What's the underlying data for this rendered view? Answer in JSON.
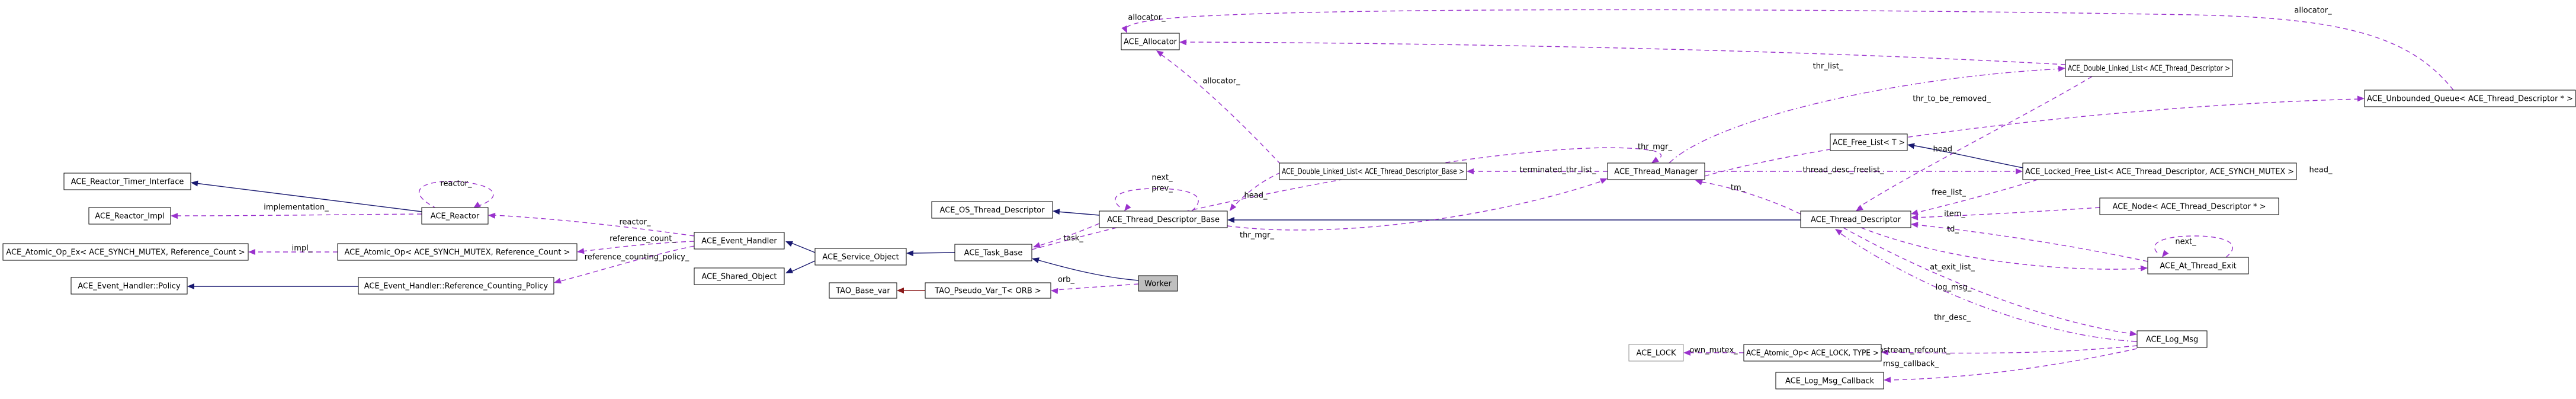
{
  "diagram": {
    "kind": "collaboration-graph",
    "focus_node": "Worker",
    "colors": {
      "usage_edge": "#9a32cd",
      "inheritance_edge": "#191970",
      "private_inheritance_edge": "#8b1a1a",
      "focus_fill": "#bfbfbf",
      "box_border": "#000000",
      "background": "#ffffff"
    },
    "nodes": [
      {
        "id": "timer",
        "label": "ACE_Reactor_Timer_Interface",
        "role": "class"
      },
      {
        "id": "reactor_impl",
        "label": "ACE_Reactor_Impl",
        "role": "class"
      },
      {
        "id": "atomic_op_ex",
        "label": "ACE_Atomic_Op_Ex< ACE_SYNCH_MUTEX, Reference_Count >",
        "role": "class"
      },
      {
        "id": "eh_policy",
        "label": "ACE_Event_Handler::Policy",
        "role": "class"
      },
      {
        "id": "reactor",
        "label": "ACE_Reactor",
        "role": "class"
      },
      {
        "id": "atomic_op",
        "label": "ACE_Atomic_Op< ACE_SYNCH_MUTEX, Reference_Count >",
        "role": "class"
      },
      {
        "id": "eh_ref_pol",
        "label": "ACE_Event_Handler::Reference_Counting_Policy",
        "role": "class"
      },
      {
        "id": "event_handler",
        "label": "ACE_Event_Handler",
        "role": "class"
      },
      {
        "id": "shared_object",
        "label": "ACE_Shared_Object",
        "role": "class"
      },
      {
        "id": "service_object",
        "label": "ACE_Service_Object",
        "role": "class"
      },
      {
        "id": "task_base",
        "label": "ACE_Task_Base",
        "role": "class"
      },
      {
        "id": "tao_base_var",
        "label": "TAO_Base_var",
        "role": "class"
      },
      {
        "id": "tao_pseudo",
        "label": "TAO_Pseudo_Var_T< ORB >",
        "role": "class"
      },
      {
        "id": "worker",
        "label": "Worker",
        "role": "focus"
      },
      {
        "id": "os_td",
        "label": "ACE_OS_Thread_Descriptor",
        "role": "class"
      },
      {
        "id": "tdb",
        "label": "ACE_Thread_Descriptor_Base",
        "role": "class"
      },
      {
        "id": "dll_tdb",
        "label": "ACE_Double_Linked_List< ACE_Thread_Descriptor_Base >",
        "role": "class"
      },
      {
        "id": "tm",
        "label": "ACE_Thread_Manager",
        "role": "class"
      },
      {
        "id": "alloc",
        "label": "ACE_Allocator",
        "role": "class"
      },
      {
        "id": "dll_td",
        "label": "ACE_Double_Linked_List< ACE_Thread_Descriptor >",
        "role": "class"
      },
      {
        "id": "uq",
        "label": "ACE_Unbounded_Queue< ACE_Thread_Descriptor * >",
        "role": "class"
      },
      {
        "id": "free_list",
        "label": "ACE_Free_List< T >",
        "role": "class"
      },
      {
        "id": "lfl",
        "label": "ACE_Locked_Free_List< ACE_Thread_Descriptor, ACE_SYNCH_MUTEX >",
        "role": "class"
      },
      {
        "id": "node",
        "label": "ACE_Node< ACE_Thread_Descriptor * >",
        "role": "class"
      },
      {
        "id": "td",
        "label": "ACE_Thread_Descriptor",
        "role": "class"
      },
      {
        "id": "ate",
        "label": "ACE_At_Thread_Exit",
        "role": "class"
      },
      {
        "id": "log_msg",
        "label": "ACE_Log_Msg",
        "role": "class"
      },
      {
        "id": "ace_lock",
        "label": "ACE_LOCK",
        "role": "template-param"
      },
      {
        "id": "aol",
        "label": "ACE_Atomic_Op< ACE_LOCK, TYPE >",
        "role": "class"
      },
      {
        "id": "lmc",
        "label": "ACE_Log_Msg_Callback",
        "role": "class"
      }
    ],
    "edge_labels": [
      {
        "id": "reactor_self",
        "text": "reactor_"
      },
      {
        "id": "implementation",
        "text": "implementation_"
      },
      {
        "id": "impl",
        "text": "impl_"
      },
      {
        "id": "reactor2",
        "text": "reactor_"
      },
      {
        "id": "reference_count",
        "text": "reference_count_"
      },
      {
        "id": "ref_counting_policy",
        "text": "reference_counting_policy_"
      },
      {
        "id": "next1",
        "text": "next_"
      },
      {
        "id": "prev1",
        "text": "prev_"
      },
      {
        "id": "task",
        "text": "task_"
      },
      {
        "id": "head1",
        "text": "head_"
      },
      {
        "id": "thr_mgr1",
        "text": "thr_mgr_"
      },
      {
        "id": "terminated",
        "text": "terminated_thr_list_"
      },
      {
        "id": "thr_mgr2",
        "text": "thr_mgr_"
      },
      {
        "id": "tm_lbl",
        "text": "tm_"
      },
      {
        "id": "thread_desc_freelist",
        "text": "thread_desc_freelist_"
      },
      {
        "id": "thr_list",
        "text": "thr_list_"
      },
      {
        "id": "thr_to_be_removed",
        "text": "thr_to_be_removed_"
      },
      {
        "id": "alloc1",
        "text": "allocator_"
      },
      {
        "id": "alloc2",
        "text": "allocator_"
      },
      {
        "id": "alloc3",
        "text": "allocator_"
      },
      {
        "id": "head2",
        "text": "head_"
      },
      {
        "id": "free_list_lbl",
        "text": "free_list_"
      },
      {
        "id": "item",
        "text": "item_"
      },
      {
        "id": "td_lbl",
        "text": "td_"
      },
      {
        "id": "next2",
        "text": "next_"
      },
      {
        "id": "head3",
        "text": "head_"
      },
      {
        "id": "at_exit_list",
        "text": "at_exit_list_"
      },
      {
        "id": "log_msg_lbl",
        "text": "log_msg_"
      },
      {
        "id": "thr_desc",
        "text": "thr_desc_"
      },
      {
        "id": "own_mutex",
        "text": "own_mutex_"
      },
      {
        "id": "ostream_refcount",
        "text": "ostream_refcount_"
      },
      {
        "id": "msg_callback",
        "text": "msg_callback_"
      },
      {
        "id": "orb",
        "text": "orb_"
      }
    ]
  }
}
